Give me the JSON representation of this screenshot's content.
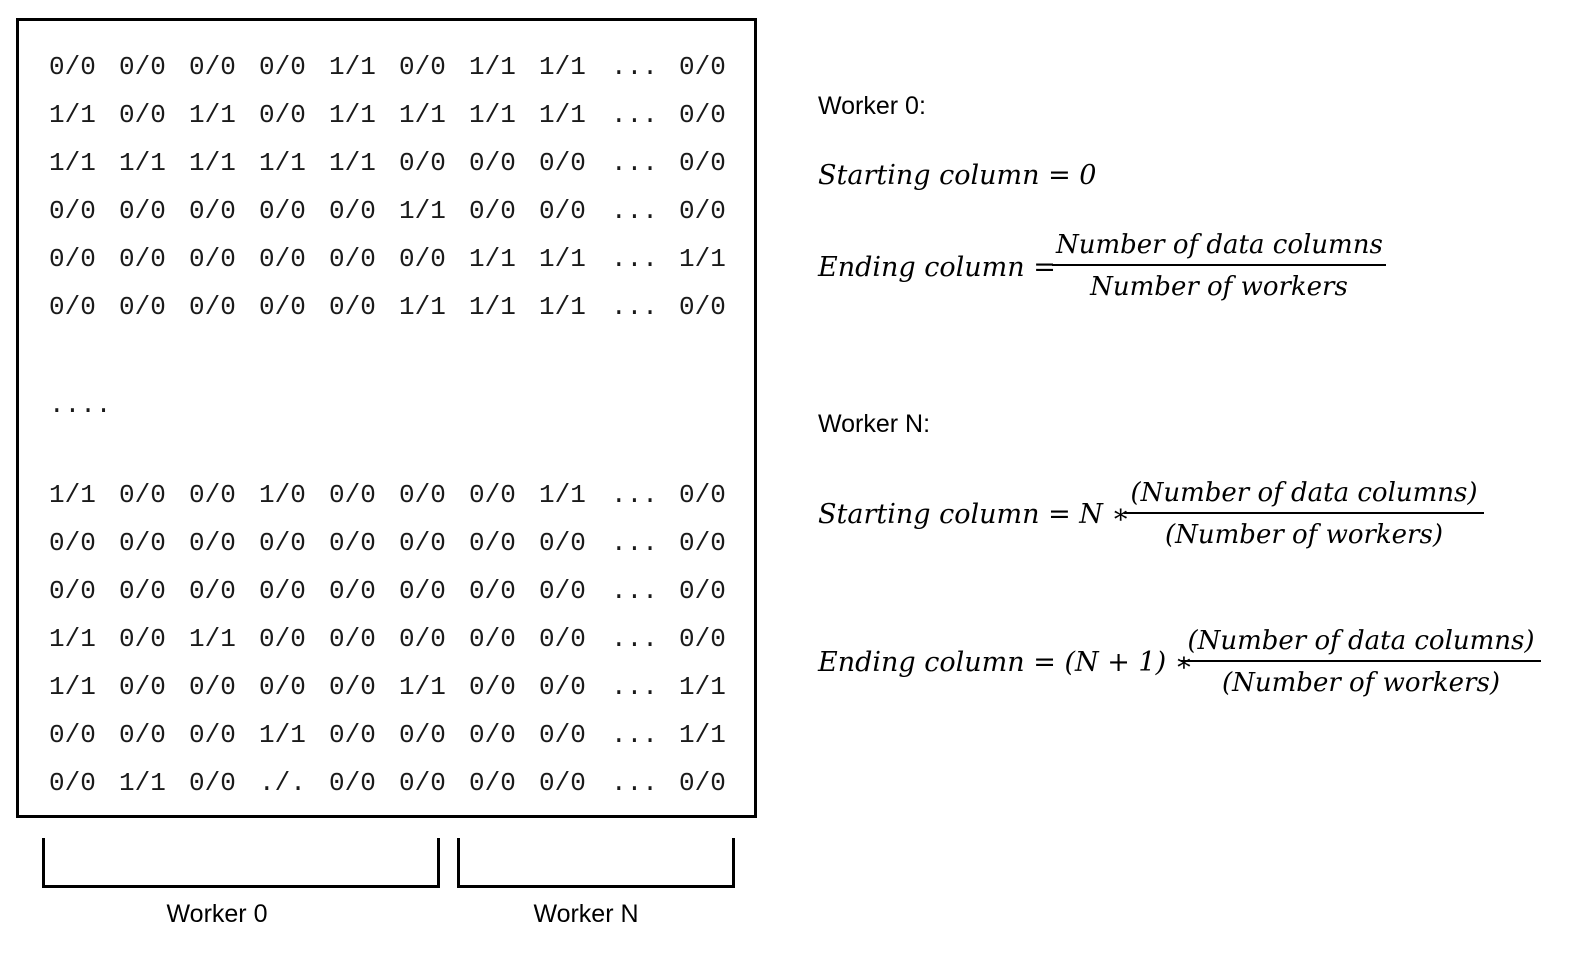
{
  "matrix": {
    "top_rows": [
      [
        "0/0",
        "0/0",
        "0/0",
        "0/0",
        "1/1",
        "0/0",
        "1/1",
        "1/1",
        "...",
        "0/0"
      ],
      [
        "1/1",
        "0/0",
        "1/1",
        "0/0",
        "1/1",
        "1/1",
        "1/1",
        "1/1",
        "...",
        "0/0"
      ],
      [
        "1/1",
        "1/1",
        "1/1",
        "1/1",
        "1/1",
        "0/0",
        "0/0",
        "0/0",
        "...",
        "0/0"
      ],
      [
        "0/0",
        "0/0",
        "0/0",
        "0/0",
        "0/0",
        "1/1",
        "0/0",
        "0/0",
        "...",
        "0/0"
      ],
      [
        "0/0",
        "0/0",
        "0/0",
        "0/0",
        "0/0",
        "0/0",
        "1/1",
        "1/1",
        "...",
        "1/1"
      ],
      [
        "0/0",
        "0/0",
        "0/0",
        "0/0",
        "0/0",
        "1/1",
        "1/1",
        "1/1",
        "...",
        "0/0"
      ]
    ],
    "ellipsis": "....",
    "bottom_rows": [
      [
        "1/1",
        "0/0",
        "0/0",
        "1/0",
        "0/0",
        "0/0",
        "0/0",
        "1/1",
        "...",
        "0/0"
      ],
      [
        "0/0",
        "0/0",
        "0/0",
        "0/0",
        "0/0",
        "0/0",
        "0/0",
        "0/0",
        "...",
        "0/0"
      ],
      [
        "0/0",
        "0/0",
        "0/0",
        "0/0",
        "0/0",
        "0/0",
        "0/0",
        "0/0",
        "...",
        "0/0"
      ],
      [
        "1/1",
        "0/0",
        "1/1",
        "0/0",
        "0/0",
        "0/0",
        "0/0",
        "0/0",
        "...",
        "0/0"
      ],
      [
        "1/1",
        "0/0",
        "0/0",
        "0/0",
        "0/0",
        "1/1",
        "0/0",
        "0/0",
        "...",
        "1/1"
      ],
      [
        "0/0",
        "0/0",
        "0/0",
        "1/1",
        "0/0",
        "0/0",
        "0/0",
        "0/0",
        "...",
        "1/1"
      ],
      [
        "0/0",
        "1/1",
        "0/0",
        "./.",
        "0/0",
        "0/0",
        "0/0",
        "0/0",
        "...",
        "0/0"
      ]
    ]
  },
  "brackets": {
    "left_label": "Worker 0",
    "right_label": "Worker N"
  },
  "worker0": {
    "heading": "Worker 0:",
    "start_eq": "Starting column = 0",
    "end_lhs": "Ending column =",
    "end_num": "Number of data columns",
    "end_den": "Number of workers"
  },
  "workerN": {
    "heading": "Worker N:",
    "start_lhs": "Starting column = N  ∗",
    "start_num": "(Number of data columns)",
    "start_den": "(Number of workers)",
    "end_lhs": "Ending column = (N + 1)  ∗",
    "end_num": "(Number of data columns)",
    "end_den": "(Number of workers)"
  }
}
